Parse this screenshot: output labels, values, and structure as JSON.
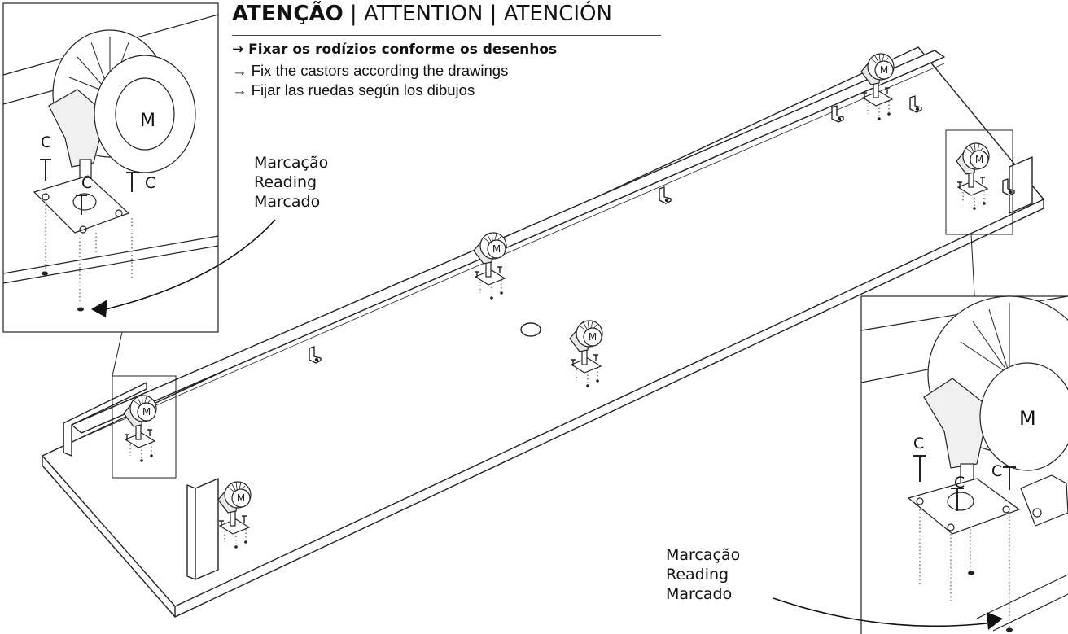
{
  "heading": {
    "primary": "ATENÇÃO",
    "separator": " | ",
    "english": "ATTENTION",
    "spanish": "ATENCIÓN"
  },
  "instructions": [
    {
      "arrow": "→",
      "text": "Fixar os rodízios conforme os desenhos",
      "bold": true
    },
    {
      "arrow": "→",
      "text": "Fix the castors according the drawings",
      "bold": false
    },
    {
      "arrow": "→",
      "text": "Fijar las ruedas según los dibujos",
      "bold": false
    }
  ],
  "callout_left": {
    "lines": [
      "Marcação",
      "Reading",
      "Marcado"
    ],
    "part_letters": [
      "C",
      "C",
      "C",
      "M"
    ]
  },
  "callout_right": {
    "lines": [
      "Marcação",
      "Reading",
      "Marcado"
    ],
    "part_letters": [
      "C",
      "C",
      "C",
      "M"
    ]
  },
  "caster_letter": "M"
}
